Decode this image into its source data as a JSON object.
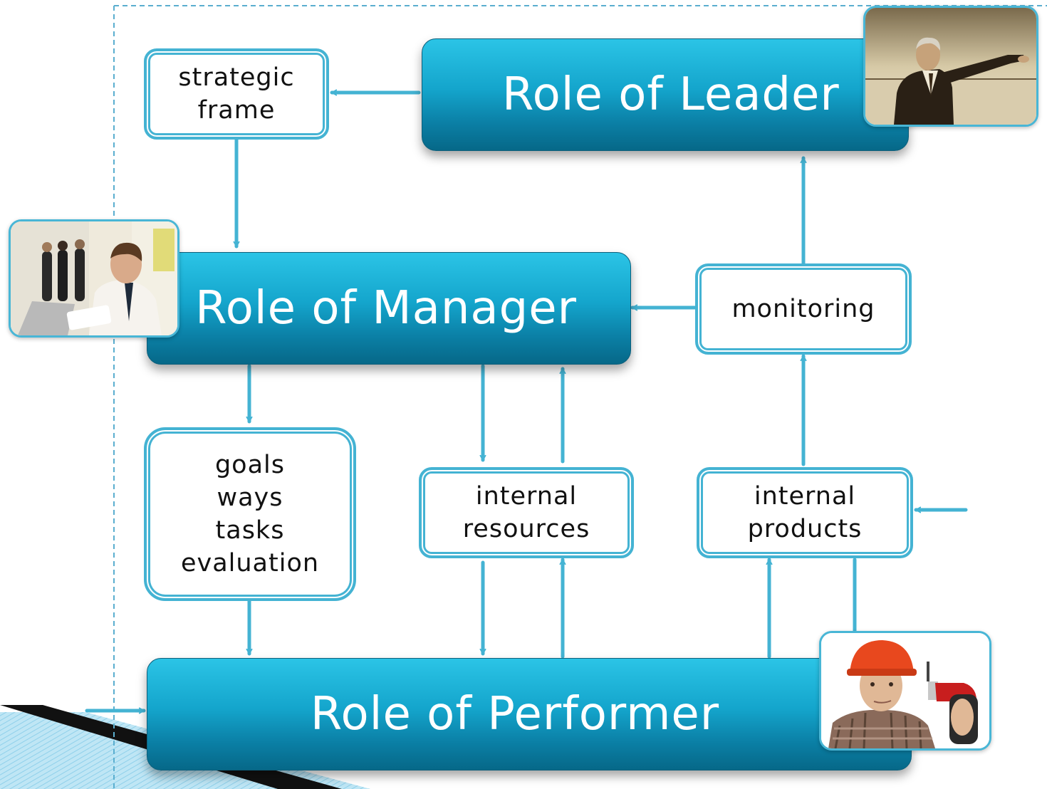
{
  "roles": {
    "leader": "Role of Leader",
    "manager": "Role of Manager",
    "performer": "Role of Performer"
  },
  "boxes": {
    "strategic_frame": [
      "strategic",
      "frame"
    ],
    "monitoring": [
      "monitoring"
    ],
    "goals": [
      "goals",
      "ways",
      "tasks",
      "evaluation"
    ],
    "internal_resources": [
      "internal",
      "resources"
    ],
    "internal_products": [
      "internal",
      "products"
    ]
  },
  "icons": {
    "leader_photo": "businessman-pointing-photo",
    "manager_photo": "office-manager-photo",
    "performer_photo": "worker-with-drill-photo"
  },
  "colors": {
    "role_fill": "#14a5cc",
    "box_border": "#44b3d3",
    "arrow": "#44b3d3",
    "frame_dash": "#5aaecf"
  }
}
